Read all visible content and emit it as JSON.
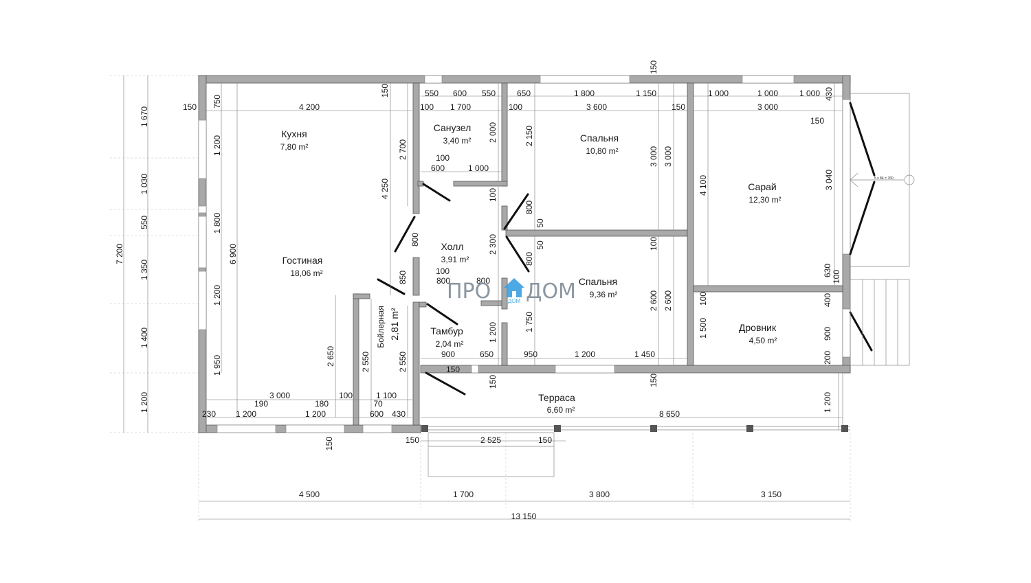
{
  "rooms": [
    {
      "name": "Кухня",
      "area": "7,80 m²"
    },
    {
      "name": "Санузел",
      "area": "3,40 m²"
    },
    {
      "name": "Спальня",
      "area": "10,80 m²"
    },
    {
      "name": "Сарай",
      "area": "12,30 m²"
    },
    {
      "name": "Гостиная",
      "area": "18,06 m²"
    },
    {
      "name": "Холл",
      "area": "3,91 m²"
    },
    {
      "name": "Спальня",
      "area": "9,36 m²"
    },
    {
      "name": "Бойлерная",
      "area": "2,81 m²"
    },
    {
      "name": "Тамбур",
      "area": "2,04 m²"
    },
    {
      "name": "Дровник",
      "area": "4,50 m²"
    },
    {
      "name": "Терраса",
      "area": "6,60 m²"
    }
  ],
  "logo": {
    "text_left": "ПРО",
    "text_right": "ДОМ",
    "sub": "ДОМ",
    "color": "#3aa0e0"
  },
  "stair_note": "5 x 84 = 760",
  "dimensions": {
    "left_outer": [
      "1 670",
      "1 030",
      "550",
      "1 350",
      "1 400",
      "1 200"
    ],
    "left_total": "7 200",
    "left_inner": [
      "750",
      "1 200",
      "1 800",
      "1 200",
      "1 950"
    ],
    "left_inner_total": "6 900",
    "bottom_outer": [
      "4 500",
      "1 700",
      "3 800",
      "3 150"
    ],
    "bottom_total": "13 150",
    "labels": [
      "150",
      "4 200",
      "150",
      "150",
      "550",
      "600",
      "550",
      "100",
      "1 700",
      "100",
      "650",
      "1 800",
      "1 150",
      "3 600",
      "150",
      "1 000",
      "1 000",
      "1 000",
      "3 000",
      "430",
      "150",
      "2 000",
      "2 700",
      "4 250",
      "2 150",
      "3 000",
      "3 000",
      "100",
      "600",
      "1 000",
      "100",
      "800",
      "50",
      "50",
      "800",
      "4 100",
      "3 040",
      "800",
      "2 300",
      "100",
      "100",
      "800",
      "800",
      "850",
      "630",
      "100",
      "100",
      "400",
      "2 600",
      "2 600",
      "1 750",
      "1 200",
      "1 500",
      "900",
      "2 650",
      "2 550",
      "2 550",
      "900",
      "650",
      "950",
      "1 200",
      "1 450",
      "200",
      "150",
      "150",
      "150",
      "3 000",
      "100",
      "1 100",
      "190",
      "180",
      "70",
      "230",
      "1 200",
      "1 200",
      "600",
      "430",
      "8 650",
      "1 200",
      "150",
      "150",
      "2 525",
      "150"
    ]
  }
}
